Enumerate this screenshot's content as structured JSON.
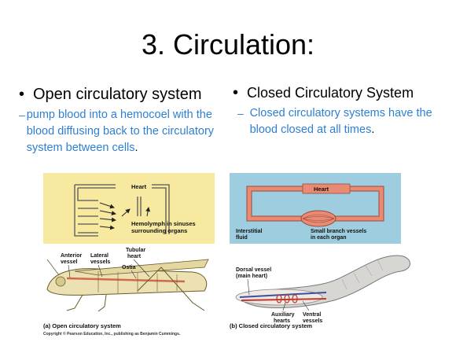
{
  "slide": {
    "title": "3. Circulation:",
    "left": {
      "bullet_text": "Open circulatory system",
      "sub_text": "pump blood into a hemocoel with the blood diffusing back to the circulatory system between cells",
      "sub_end": "."
    },
    "right": {
      "bullet_text": "Closed Circulatory System",
      "sub_text": "Closed circulatory systems have the blood closed at all times",
      "sub_end": "."
    }
  },
  "figure": {
    "open": {
      "heart_label": "Heart",
      "hemolymph_label_1": "Hemolymph in sinuses",
      "hemolymph_label_2": "surrounding organs",
      "anterior_label_1": "Anterior",
      "anterior_label_2": "vessel",
      "lateral_label_1": "Lateral",
      "lateral_label_2": "vessels",
      "tubular_label_1": "Tubular",
      "tubular_label_2": "heart",
      "ostia_label": "Ostia",
      "caption": "(a) Open circulatory system"
    },
    "closed": {
      "heart_label": "Heart",
      "interstitial_label_1": "Interstitial",
      "interstitial_label_2": "fluid",
      "small_branch_label_1": "Small branch vessels",
      "small_branch_label_2": "in each organ",
      "dorsal_label_1": "Dorsal vessel",
      "dorsal_label_2": "(main heart)",
      "auxiliary_label_1": "Auxiliary",
      "auxiliary_label_2": "hearts",
      "ventral_label_1": "Ventral",
      "ventral_label_2": "vessels",
      "caption": "(b) Closed circulatory system"
    },
    "copyright": "Copyright © Pearson Education, Inc., publishing as Benjamin Cummings.",
    "colors": {
      "open_bg": "#f7e9a0",
      "closed_bg": "#9fcde0",
      "vessel": "#e98a72",
      "vessel_stroke": "#9a4a3a",
      "text_accent": "#2e7fd1"
    }
  }
}
